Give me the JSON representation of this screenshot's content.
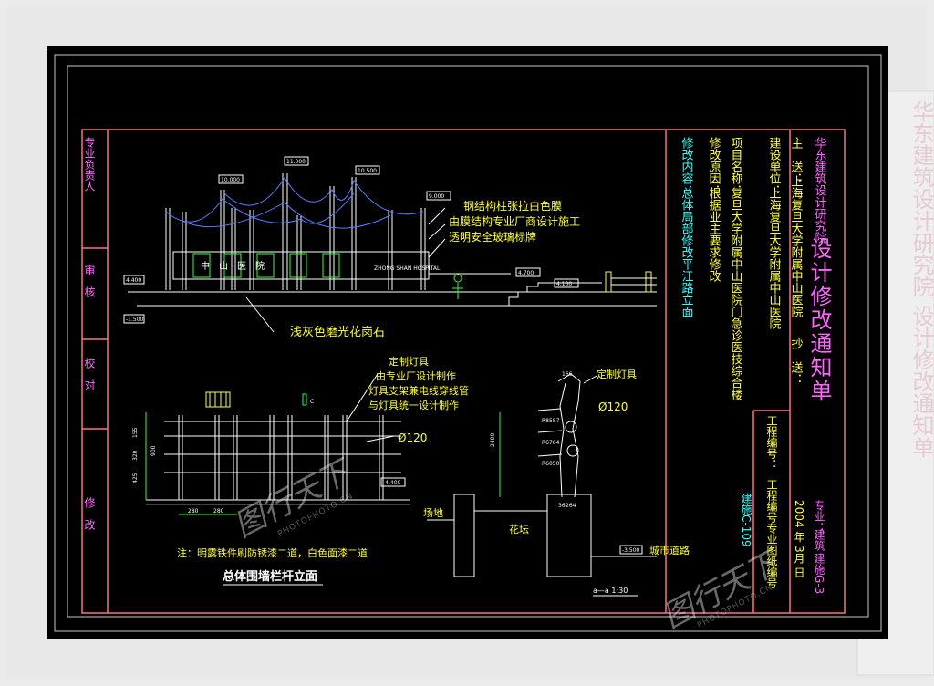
{
  "notice": {
    "institute": "华东建筑设计研究院",
    "title": "设计修改通知单",
    "recipient_label": "主　送：",
    "recipient": "上海复旦大学附属中山医院",
    "copy_label": "抄　送：",
    "client_label": "建设单位：",
    "client": "上海复旦大学附属中山医院",
    "project_label": "项目名称：",
    "project": "复旦大学附属中山医院门急诊医技综合楼",
    "reason_label": "修改原因：",
    "reason": "根据业主要求修改",
    "content_label": "修改内容：",
    "content": "总体局部修改平江路立面",
    "sheet_label": "工程编号专业图纸编号",
    "project_no": "工程编号：",
    "drawing_no": "专业：",
    "specialty": "建筑",
    "sheet_no": "建施G-3",
    "code": "建施C-109",
    "date": "2004 年 3月 日"
  },
  "sign_column": [
    "专业负责人",
    "审　核",
    "校　对",
    "修　改"
  ],
  "elevation": {
    "note_membrane_1": "钢结构柱张拉白色膜",
    "note_membrane_2": "由膜结构专业厂商设计施工",
    "note_membrane_3": "透明安全玻璃标牌",
    "note_granite": "浅灰色磨光花岗石",
    "sign_text": "中　山　医　院",
    "sign_text_en": "ZHONG SHAN HOSPITAL",
    "levels": [
      "10.000",
      "11.000",
      "10.500",
      "9.000",
      "4.400",
      "4.700",
      "4.100",
      "-1.500"
    ]
  },
  "railing": {
    "note_lamp_1": "定制灯具",
    "note_lamp_2": "由专业厂设计制作",
    "note_lamp_3": "灯具支架兼电线穿线管",
    "note_lamp_4": "与灯具统一设计制作",
    "diameter": "Ø120",
    "level": "-4.400",
    "dims": [
      "280",
      "280",
      "900",
      "425",
      "320",
      "155"
    ],
    "note_paint": "注：明露铁件刷防锈漆二道，白色面漆二道",
    "title": "总体围墙栏杆立面"
  },
  "section": {
    "note_lamp": "定制灯具",
    "diameter": "Ø120",
    "dims": [
      "R8587",
      "R6764",
      "R6050",
      "264",
      "36",
      "166",
      "2400"
    ],
    "label_site": "场地",
    "label_bed": "花坛",
    "label_road": "城市道路",
    "level": "-3.500",
    "title": "a—a 1:30"
  },
  "watermark": {
    "logo": "图行天下",
    "url": "PHOTOPHOTO.CN"
  },
  "colors": {
    "frame": "#ff6d8a",
    "yellow": "#ffff33",
    "cyan": "#33ffff",
    "magenta": "#ff66ff",
    "green": "#33ff33",
    "white": "#ffffff"
  }
}
